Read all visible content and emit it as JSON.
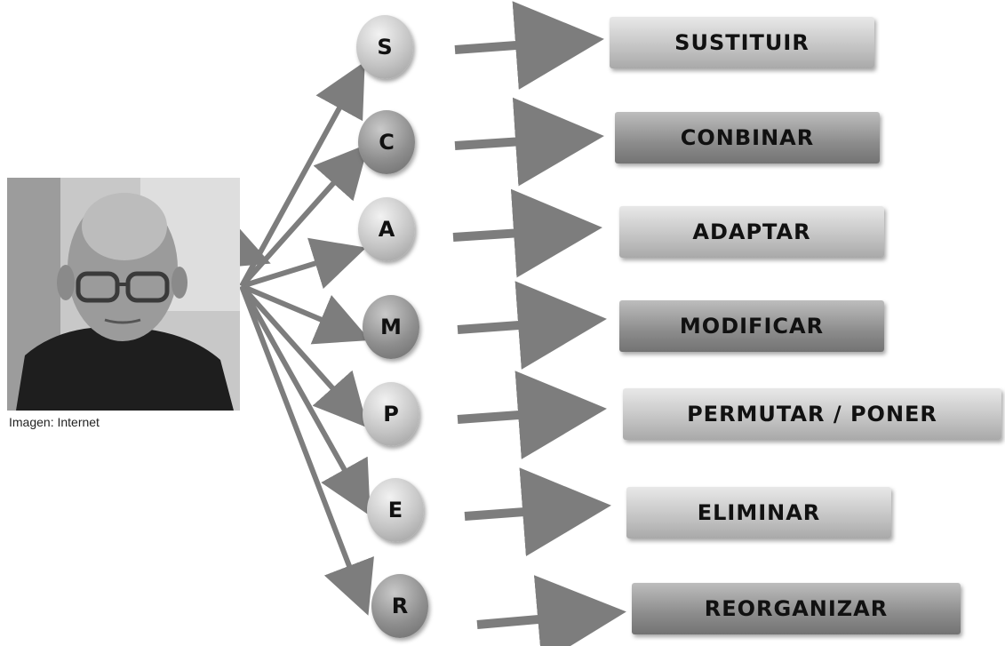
{
  "caption": "Imagen: Internet",
  "steps": [
    {
      "letter": "S",
      "label": "SUSTITUIR"
    },
    {
      "letter": "C",
      "label": "CONBINAR"
    },
    {
      "letter": "A",
      "label": "ADAPTAR"
    },
    {
      "letter": "M",
      "label": "MODIFICAR"
    },
    {
      "letter": "P",
      "label": "PERMUTAR / PONER"
    },
    {
      "letter": "E",
      "label": "ELIMINAR"
    },
    {
      "letter": "R",
      "label": "REORGANIZAR"
    }
  ],
  "colors": {
    "arrow": "#7d7d7d",
    "light_gray": "#c3c3c3",
    "dark_gray": "#8c8c8c"
  }
}
